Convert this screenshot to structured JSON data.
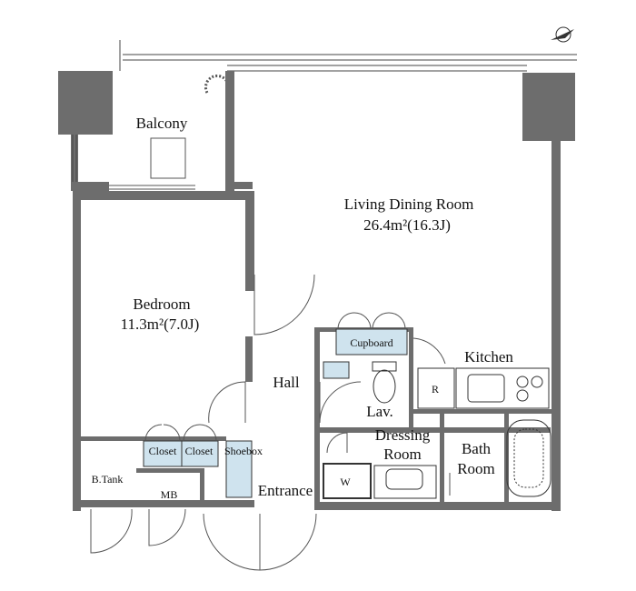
{
  "rooms": {
    "balcony": "Balcony",
    "living_name": "Living Dining Room",
    "living_area": "26.4m²(16.3J)",
    "bedroom_name": "Bedroom",
    "bedroom_area": "11.3m²(7.0J)",
    "hall": "Hall",
    "kitchen": "Kitchen",
    "cupboard": "Cupboard",
    "lav": "Lav.",
    "dressing_1": "Dressing",
    "dressing_2": "Room",
    "bath_1": "Bath",
    "bath_2": "Room",
    "closet_1": "Closet",
    "closet_2": "Closet",
    "shoebox": "Shoebox",
    "entrance": "Entrance",
    "btank": "B.Tank",
    "mb": "MB",
    "fridge": "R",
    "washer": "W"
  },
  "colors": {
    "wall": "#6d6d6d",
    "storage": "#cfe3ee",
    "line": "#333333"
  }
}
